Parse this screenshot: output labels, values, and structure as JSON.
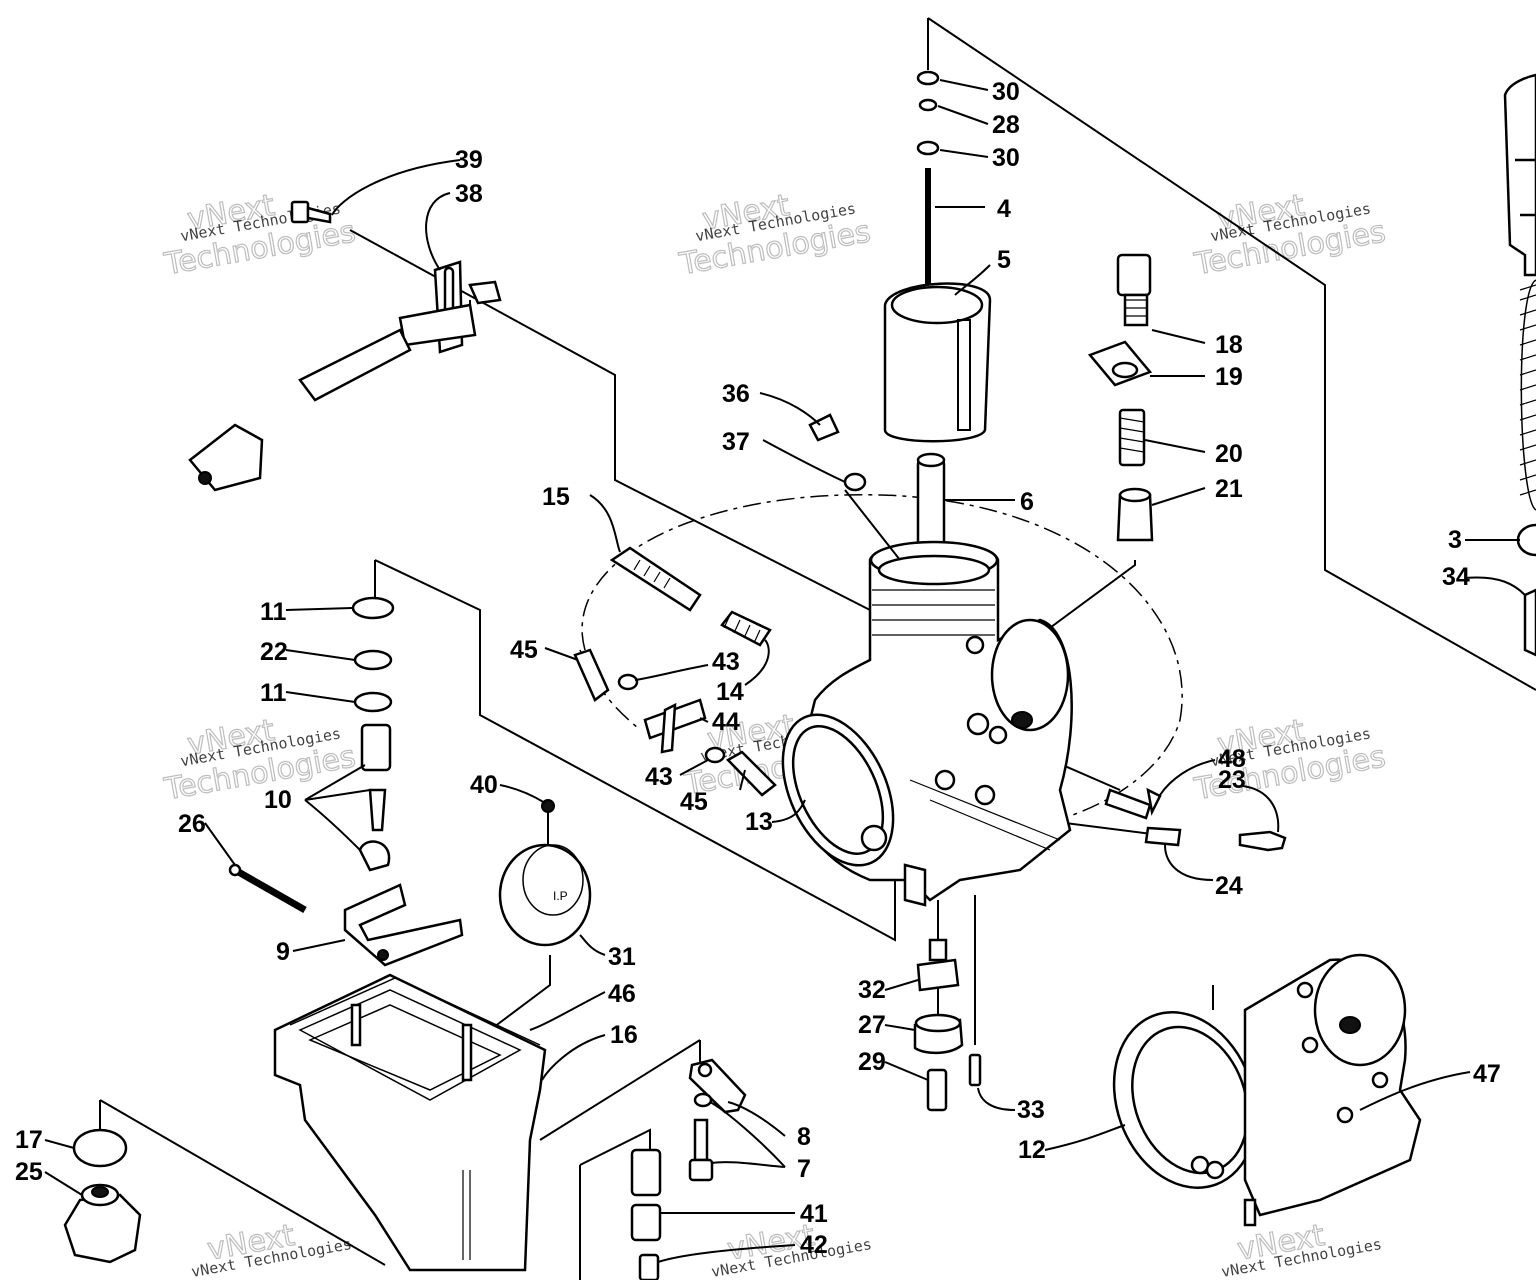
{
  "diagram": {
    "labels": {
      "l3": "3",
      "l4": "4",
      "l5": "5",
      "l6": "6",
      "l7": "7",
      "l8": "8",
      "l9": "9",
      "l10": "10",
      "l11a": "11",
      "l11b": "11",
      "l12": "12",
      "l13": "13",
      "l14": "14",
      "l15": "15",
      "l16": "16",
      "l17": "17",
      "l18": "18",
      "l19": "19",
      "l20": "20",
      "l21": "21",
      "l22": "22",
      "l23": "23",
      "l24": "24",
      "l25": "25",
      "l26": "26",
      "l27": "27",
      "l28": "28",
      "l29": "29",
      "l30a": "30",
      "l30b": "30",
      "l31": "31",
      "l32": "32",
      "l33": "33",
      "l34": "34",
      "l36": "36",
      "l37": "37",
      "l38": "38",
      "l39": "39",
      "l40": "40",
      "l41": "41",
      "l42": "42",
      "l43a": "43",
      "l43b": "43",
      "l44": "44",
      "l45a": "45",
      "l45b": "45",
      "l46": "46",
      "l47": "47",
      "l48": "48"
    },
    "watermark": {
      "small": "vNext Technologies",
      "large_top": "vNext",
      "large_bottom": "Technologies"
    }
  }
}
